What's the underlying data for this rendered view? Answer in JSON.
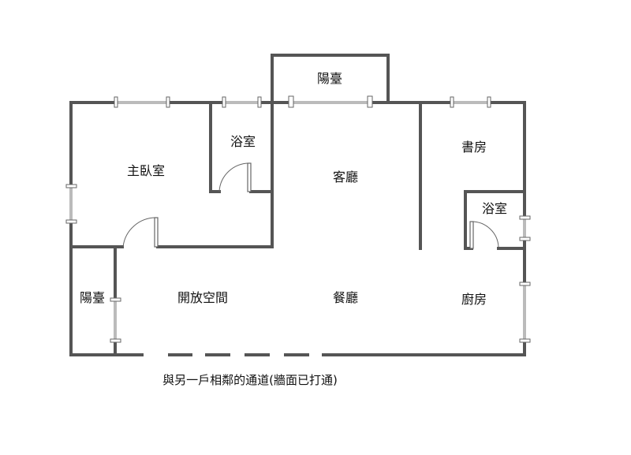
{
  "rooms": {
    "balcony_top": "陽臺",
    "bath_left": "浴室",
    "master_bedroom": "主臥室",
    "living_room": "客廳",
    "study": "書房",
    "bath_right": "浴室",
    "balcony_left": "陽臺",
    "open_space": "開放空間",
    "dining_room": "餐廳",
    "kitchen": "廚房"
  },
  "caption": "與另一戶相鄰的通道(牆面已打通)"
}
